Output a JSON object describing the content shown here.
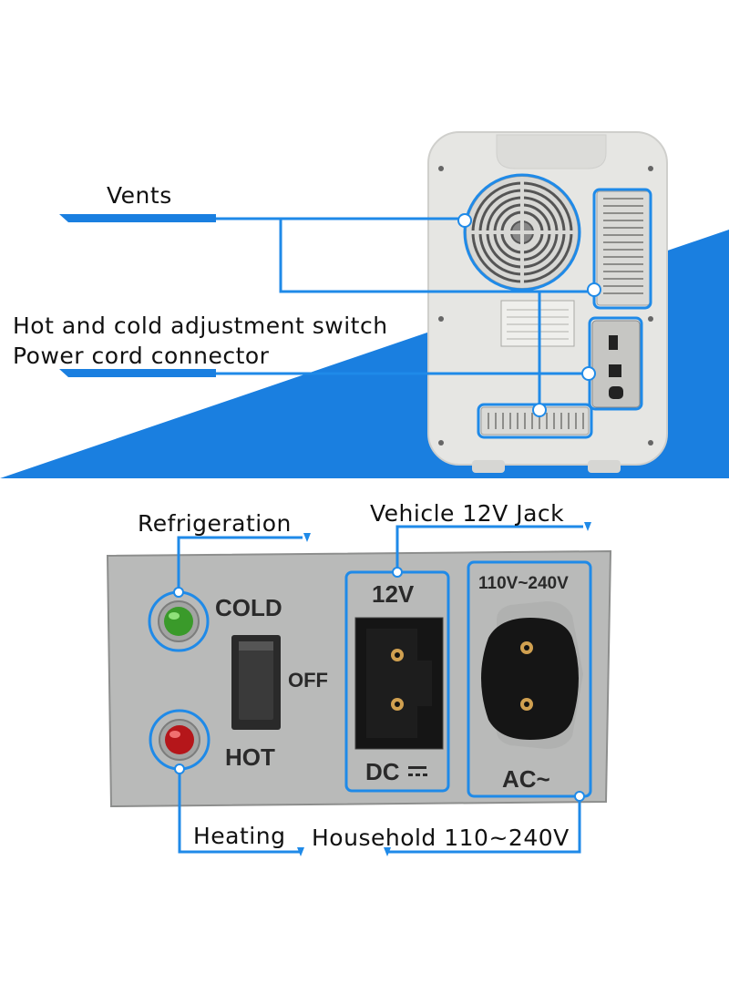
{
  "top_labels": {
    "vents": "Vents",
    "switch": "Hot and cold adjustment switch",
    "power": "Power cord connector"
  },
  "bottom_labels": {
    "refrigeration": "Refrigeration",
    "vehicle": "Vehicle 12V Jack",
    "heating": "Heating",
    "household": "Household 110~240V"
  },
  "panel": {
    "cold": "COLD",
    "off": "OFF",
    "hot": "HOT",
    "v12": "12V",
    "dc": "DC",
    "v_ac": "110V~240V",
    "ac": "AC~"
  },
  "colors": {
    "accent_blue": "#1a7fe0",
    "callout_line": "#1f8ae8",
    "fridge_body": "#e4e4e2",
    "panel_grey": "#b9bab9",
    "cold_led": "#3a9a2a",
    "hot_led": "#b5161a"
  }
}
